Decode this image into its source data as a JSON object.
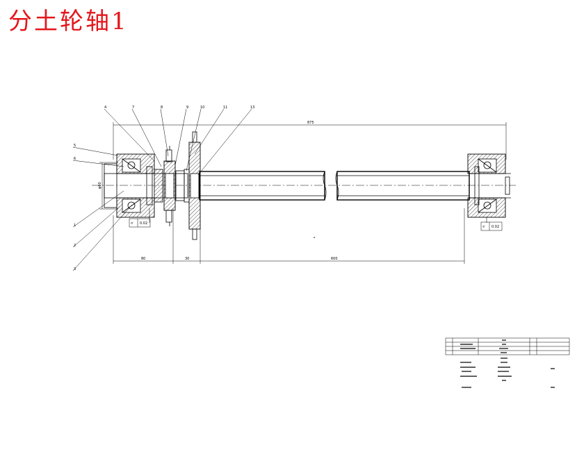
{
  "title": "分土轮轴1",
  "balloons": [
    "4",
    "7",
    "8",
    "9",
    "10",
    "11",
    "13",
    "5",
    "6",
    "1",
    "2",
    "3"
  ],
  "dimensions": {
    "dia": "φ60",
    "overall": "875",
    "seg_left": "80",
    "seg_mid": "30",
    "seg_right": "600"
  },
  "tolerance_boxes": [
    {
      "symbol": "⌭",
      "value": "0.02"
    },
    {
      "symbol": "⌭",
      "value": "0.02"
    }
  ],
  "colors": {
    "title": "#e4161b",
    "line": "#000000"
  }
}
